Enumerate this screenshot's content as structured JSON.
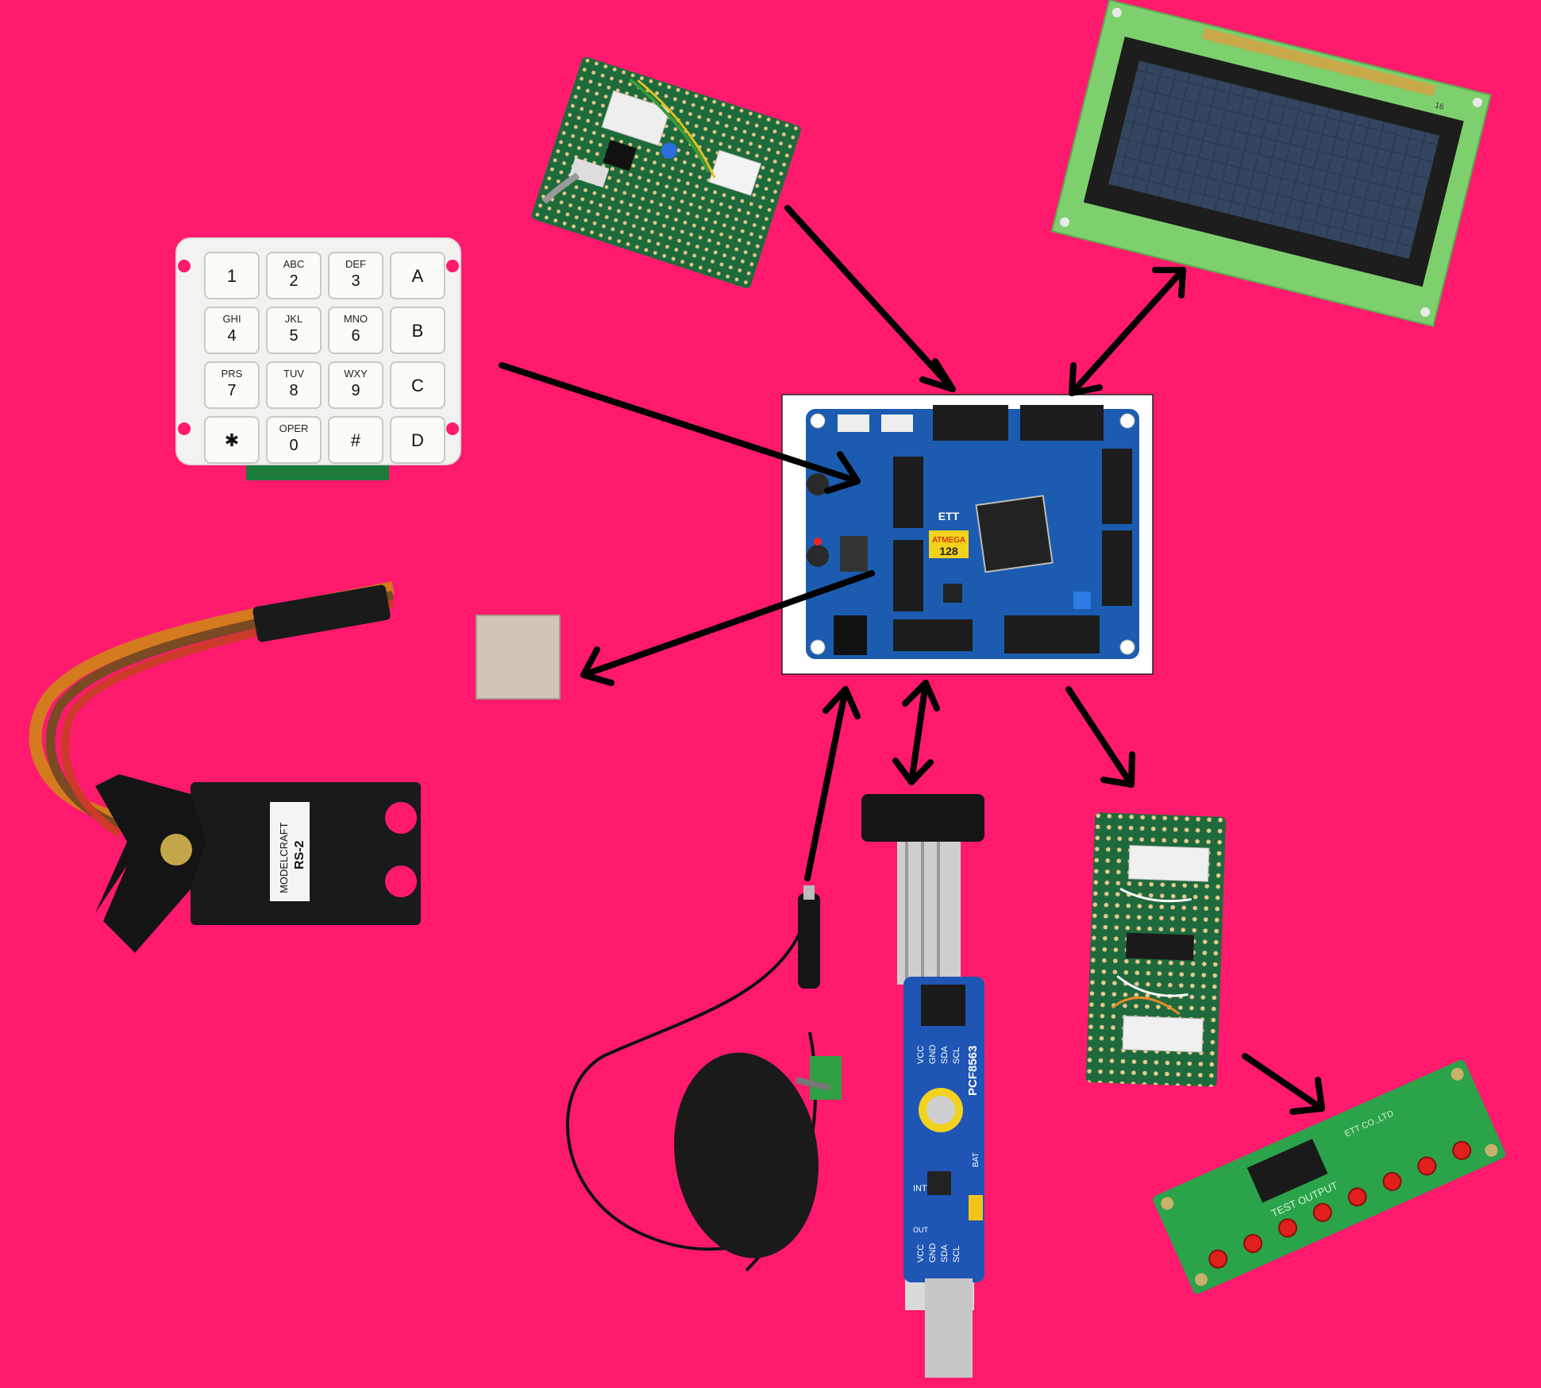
{
  "colors": {
    "background": "#ff1a6e",
    "arrow": "#000000",
    "pcb_green": "#1f6b3a",
    "pcb_blue": "#1a4f9c",
    "lcd_screen": "#2f3e55"
  },
  "keypad": {
    "keys": [
      {
        "letters": "",
        "digit": "1"
      },
      {
        "letters": "ABC",
        "digit": "2"
      },
      {
        "letters": "DEF",
        "digit": "3"
      },
      {
        "letters": "",
        "digit": "A"
      },
      {
        "letters": "GHI",
        "digit": "4"
      },
      {
        "letters": "JKL",
        "digit": "5"
      },
      {
        "letters": "MNO",
        "digit": "6"
      },
      {
        "letters": "",
        "digit": "B"
      },
      {
        "letters": "PRS",
        "digit": "7"
      },
      {
        "letters": "TUV",
        "digit": "8"
      },
      {
        "letters": "WXY",
        "digit": "9"
      },
      {
        "letters": "",
        "digit": "C"
      },
      {
        "letters": "",
        "digit": "✱"
      },
      {
        "letters": "OPER",
        "digit": "0"
      },
      {
        "letters": "",
        "digit": "#"
      },
      {
        "letters": "",
        "digit": "D"
      }
    ]
  },
  "mcu_board": {
    "chip_brand": "ATMEGA",
    "chip_model": "128",
    "logo": "ETT"
  },
  "servo": {
    "brand": "MODELCRAFT",
    "model": "RS-2"
  },
  "rtc_module": {
    "chip": "PCF8563",
    "pins_top": [
      "VCC",
      "GND",
      "SDA",
      "SCL"
    ],
    "pins_bottom": [
      "VCC",
      "GND",
      "SDA",
      "SCL"
    ],
    "int_label": "INT",
    "out_label": "OUT",
    "bat_label": "BAT"
  },
  "led_board": {
    "title": "TEST OUTPUT",
    "brand": "ETT CO.,LTD"
  },
  "lcd": {
    "pin_label": "16"
  }
}
